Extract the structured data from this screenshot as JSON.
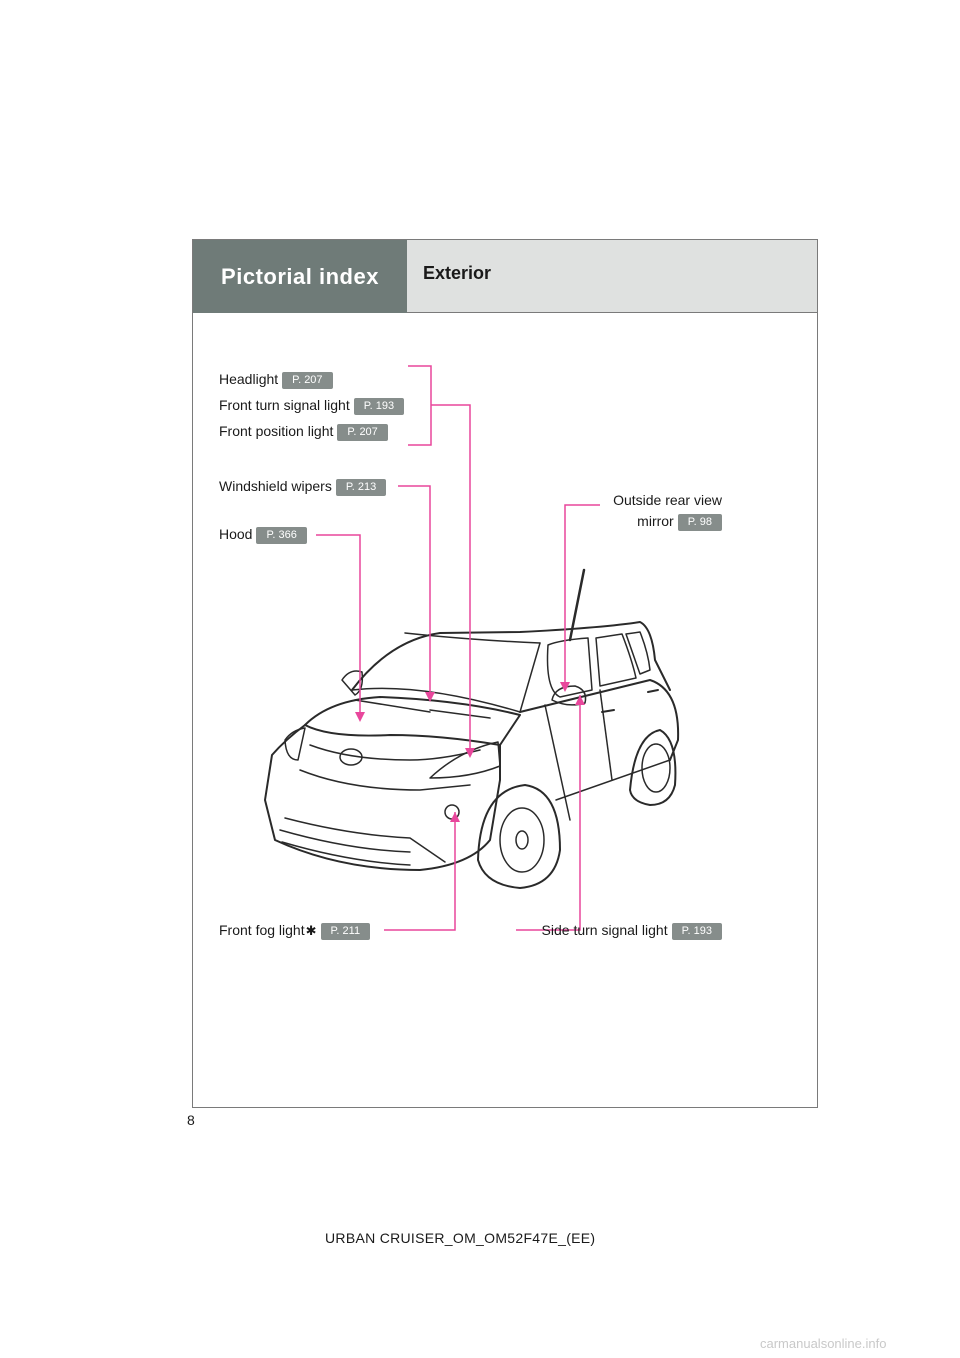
{
  "header": {
    "section": "Pictorial index",
    "subsection": "Exterior"
  },
  "callouts": {
    "headlight": {
      "label": "Headlight",
      "page": "P. 207"
    },
    "front_turn": {
      "label": "Front turn signal light",
      "page": "P. 193"
    },
    "front_position": {
      "label": "Front position light",
      "page": "P. 207"
    },
    "wipers": {
      "label": "Windshield wipers",
      "page": "P. 213"
    },
    "hood": {
      "label": "Hood",
      "page": "P. 366"
    },
    "mirror": {
      "label_line1": "Outside rear view",
      "label_line2": "mirror",
      "page": "P. 98"
    },
    "fog": {
      "label": "Front fog light",
      "asterisk": "✱",
      "page": "P. 211"
    },
    "side_turn": {
      "label": "Side turn signal light",
      "page": "P. 193"
    }
  },
  "page_number": "8",
  "footer": "URBAN CRUISER_OM_OM52F47E_(EE)",
  "watermark": "carmanualsonline.info",
  "colors": {
    "leader": "#e8479c",
    "header_dark": "#6f7b78",
    "header_light": "#dfe1e0",
    "badge": "#868d8b"
  }
}
